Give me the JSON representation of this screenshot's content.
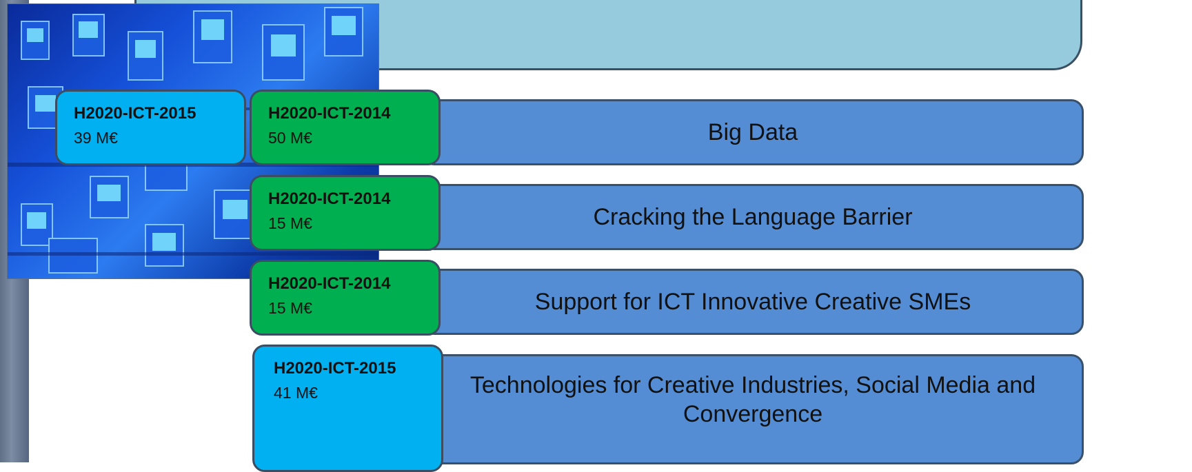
{
  "programme": {
    "badges": [
      {
        "call": "H2020-ICT-2015",
        "budget": "39 M€"
      },
      {
        "call": "H2020-ICT-2014",
        "budget": "50 M€"
      },
      {
        "call": "H2020-ICT-2014",
        "budget": "15 M€"
      },
      {
        "call": "H2020-ICT-2014",
        "budget": "15 M€"
      },
      {
        "call": "H2020-ICT-2015",
        "budget": "41 M€"
      }
    ],
    "topics": [
      {
        "label": "Big Data"
      },
      {
        "label": "Cracking the Language Barrier"
      },
      {
        "label": "Support for ICT Innovative Creative SMEs"
      },
      {
        "label": "Technologies for Creative Industries, Social Media and Convergence"
      }
    ]
  },
  "colors": {
    "header_fill": "#95cbdc",
    "topic_fill": "#548dd4",
    "badge_2014_fill": "#00b050",
    "badge_2015_fill": "#00b0f0",
    "outline": "#3a4d63"
  }
}
